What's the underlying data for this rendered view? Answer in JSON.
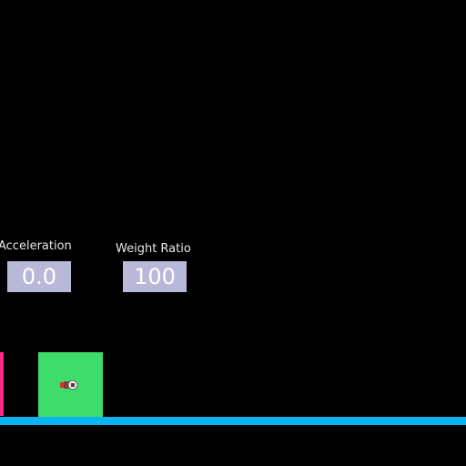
{
  "readouts": {
    "acceleration": {
      "label": "Acceleration",
      "value": "0.0"
    },
    "weight_ratio": {
      "label": "Weight Ratio",
      "value": "100"
    }
  },
  "scene": {
    "wall_color": "#ff2a8a",
    "block_color": "#3edc6a",
    "floor_color": "#0ab4f0",
    "block_icon": "mass-block-icon"
  }
}
